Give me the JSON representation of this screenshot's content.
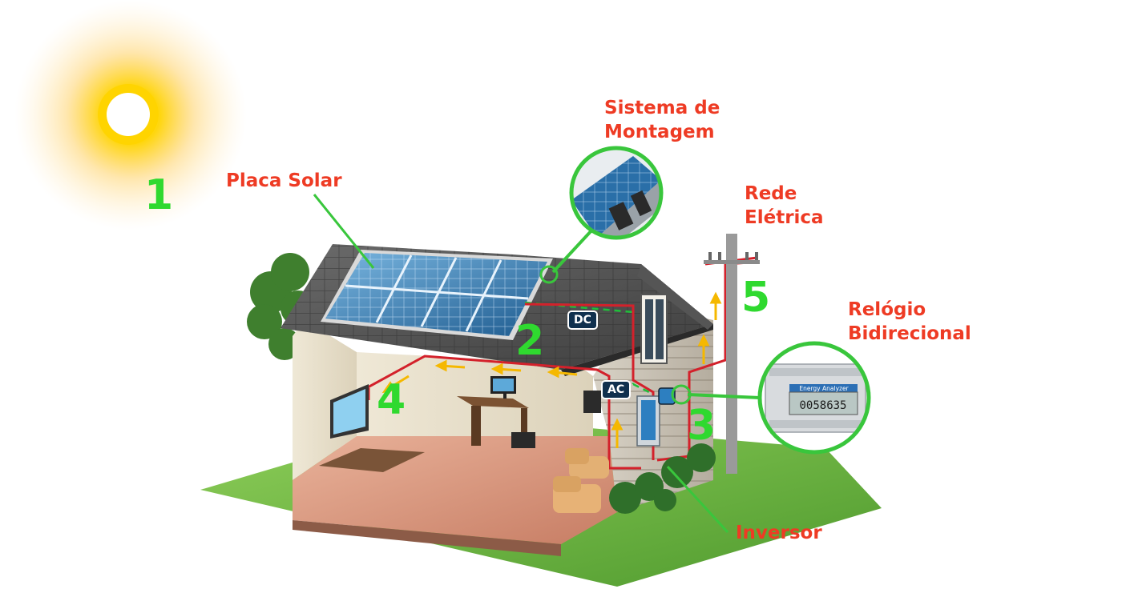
{
  "labels": {
    "mounting_line1": "Sistema de",
    "mounting_line2": "Montagem",
    "solar_panel": "Placa Solar",
    "grid_line1": "Rede",
    "grid_line2": "Elétrica",
    "meter_line1": "Relógio",
    "meter_line2": "Bidirecional",
    "inverter": "Inversor"
  },
  "numbers": {
    "sun": "1",
    "panel": "2",
    "inverter": "3",
    "house": "4",
    "grid": "5"
  },
  "tags": {
    "dc": "DC",
    "ac": "AC"
  },
  "meter_display": {
    "header": "Energy Analyzer",
    "reading": "0058635"
  },
  "colors": {
    "label_red": "#ee3b24",
    "number_green": "#2fd92f",
    "callout_green": "#39c63c",
    "dc_wire_green": "#1fbf3a",
    "ac_wire_red": "#d3212b",
    "flow_arrow_yellow": "#f5b800",
    "tag_navy": "#10304e",
    "sun_yellow": "#ffd400"
  },
  "icons": [
    "sun-icon",
    "solar-panel-icon",
    "inverter-icon",
    "meter-icon",
    "utility-pole-icon",
    "tv-icon",
    "computer-icon",
    "armchair-icon",
    "bush-icon"
  ]
}
